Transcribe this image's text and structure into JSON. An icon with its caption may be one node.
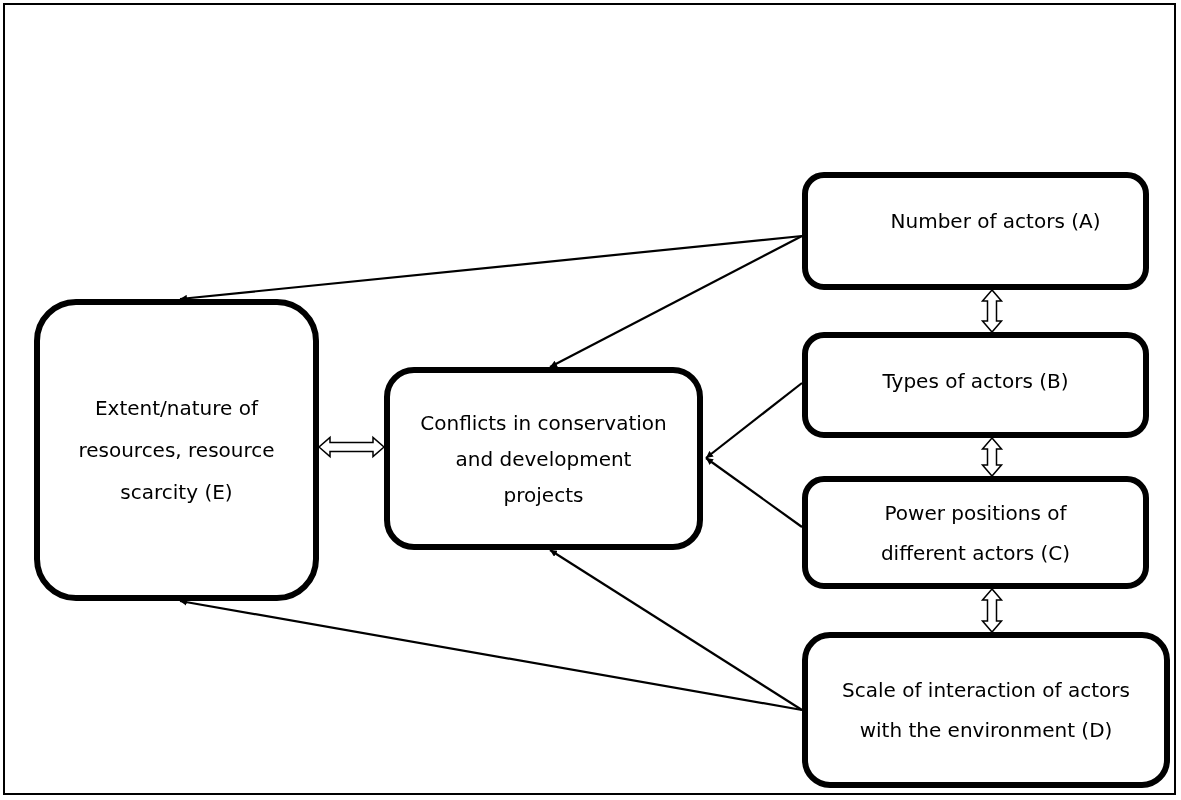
{
  "diagram": {
    "nodes": [
      {
        "text": [
          "Extent/nature of resources, resource scarcity (E)"
        ]
      },
      {
        "text": [
          "Conflicts in conservation and development projects"
        ]
      },
      {
        "text": [
          "Number of actors (A)"
        ]
      },
      {
        "text": [
          "Types of actors (B)"
        ]
      },
      {
        "text": [
          "Power positions of different actors (C)"
        ]
      },
      {
        "text": [
          "Scale of interaction of actors with the environment (D)"
        ]
      }
    ],
    "edges": [
      {
        "from": 2,
        "to": 0,
        "arrow": "to"
      },
      {
        "from": 2,
        "to": 1,
        "arrow": "to"
      },
      {
        "from": 3,
        "to": 1,
        "arrow": "to"
      },
      {
        "from": 4,
        "to": 1,
        "arrow": "to"
      },
      {
        "from": 5,
        "to": 1,
        "arrow": "to"
      },
      {
        "from": 5,
        "to": 0,
        "arrow": "to"
      },
      {
        "from": 0,
        "to": 1,
        "arrow": "both",
        "style": "thick"
      },
      {
        "from": 2,
        "to": 3,
        "arrow": "both",
        "style": "thick"
      },
      {
        "from": 3,
        "to": 4,
        "arrow": "both",
        "style": "thick"
      },
      {
        "from": 4,
        "to": 5,
        "arrow": "both",
        "style": "thick"
      }
    ]
  }
}
